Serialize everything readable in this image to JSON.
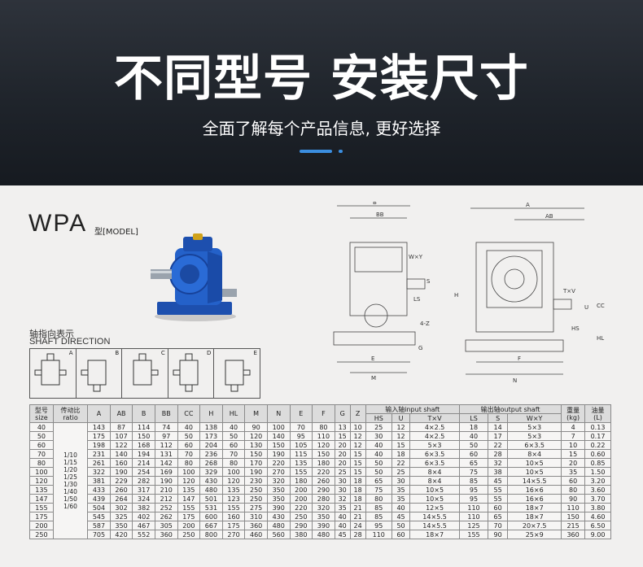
{
  "hero": {
    "title": "不同型号 安装尺寸",
    "subtitle": "全面了解每个产品信息, 更好选择"
  },
  "product": {
    "model": "WPA",
    "model_label": "型[MODEL]",
    "shaft_direction_cn": "轴指向表示",
    "shaft_direction_en": "SHAFT DIRECTION",
    "directions": [
      "A",
      "B",
      "C",
      "D",
      "E"
    ]
  },
  "drawing_labels": {
    "b": "B",
    "bb": "BB",
    "wxy": "W×Y",
    "s": "S",
    "ls": "LS",
    "h": "H",
    "4z": "4-Z",
    "g": "G",
    "e": "E",
    "m": "M",
    "a": "A",
    "ab": "AB",
    "txv": "T×V",
    "u": "U",
    "hs": "HS",
    "cc": "CC",
    "hl": "HL",
    "f": "F",
    "n": "N"
  },
  "table": {
    "headers": {
      "size": [
        "型号",
        "size"
      ],
      "ratio": [
        "传动比",
        "ratio"
      ],
      "cols": [
        "A",
        "AB",
        "B",
        "BB",
        "CC",
        "H",
        "HL",
        "M",
        "N",
        "E",
        "F",
        "G",
        "Z"
      ],
      "input_group": "输入轴input shaft",
      "input_cols": [
        "HS",
        "U",
        "T×V"
      ],
      "output_group": "输出轴output shaft",
      "output_cols": [
        "LS",
        "S",
        "W×Y"
      ],
      "weight": [
        "重量",
        "(kg)"
      ],
      "oil": [
        "油量",
        "(L)"
      ]
    },
    "ratio_values": [
      "1/10",
      "1/15",
      "1/20",
      "1/25",
      "1/30",
      "1/40",
      "1/50",
      "1/60"
    ],
    "rows": [
      [
        "40",
        "143",
        "87",
        "114",
        "74",
        "40",
        "138",
        "40",
        "90",
        "100",
        "70",
        "80",
        "13",
        "10",
        "25",
        "12",
        "4×2.5",
        "18",
        "14",
        "5×3",
        "4",
        "0.13"
      ],
      [
        "50",
        "175",
        "107",
        "150",
        "97",
        "50",
        "173",
        "50",
        "120",
        "140",
        "95",
        "110",
        "15",
        "12",
        "30",
        "12",
        "4×2.5",
        "40",
        "17",
        "5×3",
        "7",
        "0.17"
      ],
      [
        "60",
        "198",
        "122",
        "168",
        "112",
        "60",
        "204",
        "60",
        "130",
        "150",
        "105",
        "120",
        "20",
        "12",
        "40",
        "15",
        "5×3",
        "50",
        "22",
        "6×3.5",
        "10",
        "0.22"
      ],
      [
        "70",
        "231",
        "140",
        "194",
        "131",
        "70",
        "236",
        "70",
        "150",
        "190",
        "115",
        "150",
        "20",
        "15",
        "40",
        "18",
        "6×3.5",
        "60",
        "28",
        "8×4",
        "15",
        "0.60"
      ],
      [
        "80",
        "261",
        "160",
        "214",
        "142",
        "80",
        "268",
        "80",
        "170",
        "220",
        "135",
        "180",
        "20",
        "15",
        "50",
        "22",
        "6×3.5",
        "65",
        "32",
        "10×5",
        "20",
        "0.85"
      ],
      [
        "100",
        "322",
        "190",
        "254",
        "169",
        "100",
        "329",
        "100",
        "190",
        "270",
        "155",
        "220",
        "25",
        "15",
        "50",
        "25",
        "8×4",
        "75",
        "38",
        "10×5",
        "35",
        "1.50"
      ],
      [
        "120",
        "381",
        "229",
        "282",
        "190",
        "120",
        "430",
        "120",
        "230",
        "320",
        "180",
        "260",
        "30",
        "18",
        "65",
        "30",
        "8×4",
        "85",
        "45",
        "14×5.5",
        "60",
        "3.20"
      ],
      [
        "135",
        "433",
        "260",
        "317",
        "210",
        "135",
        "480",
        "135",
        "250",
        "350",
        "200",
        "290",
        "30",
        "18",
        "75",
        "35",
        "10×5",
        "95",
        "55",
        "16×6",
        "80",
        "3.60"
      ],
      [
        "147",
        "439",
        "264",
        "324",
        "212",
        "147",
        "501",
        "123",
        "250",
        "350",
        "200",
        "280",
        "32",
        "18",
        "80",
        "35",
        "10×5",
        "95",
        "55",
        "16×6",
        "90",
        "3.70"
      ],
      [
        "155",
        "504",
        "302",
        "382",
        "252",
        "155",
        "531",
        "155",
        "275",
        "390",
        "220",
        "320",
        "35",
        "21",
        "85",
        "40",
        "12×5",
        "110",
        "60",
        "18×7",
        "110",
        "3.80"
      ],
      [
        "175",
        "545",
        "325",
        "402",
        "262",
        "175",
        "600",
        "160",
        "310",
        "430",
        "250",
        "350",
        "40",
        "21",
        "85",
        "45",
        "14×5.5",
        "110",
        "65",
        "18×7",
        "150",
        "4.60"
      ],
      [
        "200",
        "587",
        "350",
        "467",
        "305",
        "200",
        "667",
        "175",
        "360",
        "480",
        "290",
        "390",
        "40",
        "24",
        "95",
        "50",
        "14×5.5",
        "125",
        "70",
        "20×7.5",
        "215",
        "6.50"
      ],
      [
        "250",
        "705",
        "420",
        "552",
        "360",
        "250",
        "800",
        "270",
        "460",
        "560",
        "380",
        "480",
        "45",
        "28",
        "110",
        "60",
        "18×7",
        "155",
        "90",
        "25×9",
        "360",
        "9.00"
      ]
    ]
  },
  "colors": {
    "accent": "#3b8ee0",
    "motor_blue": "#1f55b8",
    "hero_bg": "#1f242b"
  }
}
